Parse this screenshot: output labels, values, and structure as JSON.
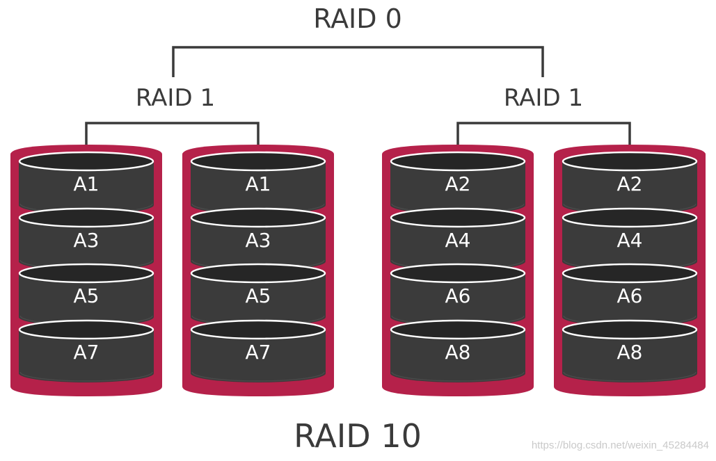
{
  "top_label": "RAID 0",
  "mirror_groups": [
    {
      "label": "RAID 1",
      "disks": [
        {
          "blocks": [
            "A1",
            "A3",
            "A5",
            "A7"
          ]
        },
        {
          "blocks": [
            "A1",
            "A3",
            "A5",
            "A7"
          ]
        }
      ]
    },
    {
      "label": "RAID 1",
      "disks": [
        {
          "blocks": [
            "A2",
            "A4",
            "A6",
            "A8"
          ]
        },
        {
          "blocks": [
            "A2",
            "A4",
            "A6",
            "A8"
          ]
        }
      ]
    }
  ],
  "bottom_label": "RAID 10",
  "watermark": "https://blog.csdn.net/weixin_45284484",
  "colors": {
    "disk_casing": "#b5214a",
    "platter_dark": "#3b3b3b",
    "platter_top": "#262626",
    "platter_rim": "#ffffff",
    "connector": "#3a3a3a",
    "text_dark": "#3a3a3a",
    "block_text": "#ffffff"
  }
}
